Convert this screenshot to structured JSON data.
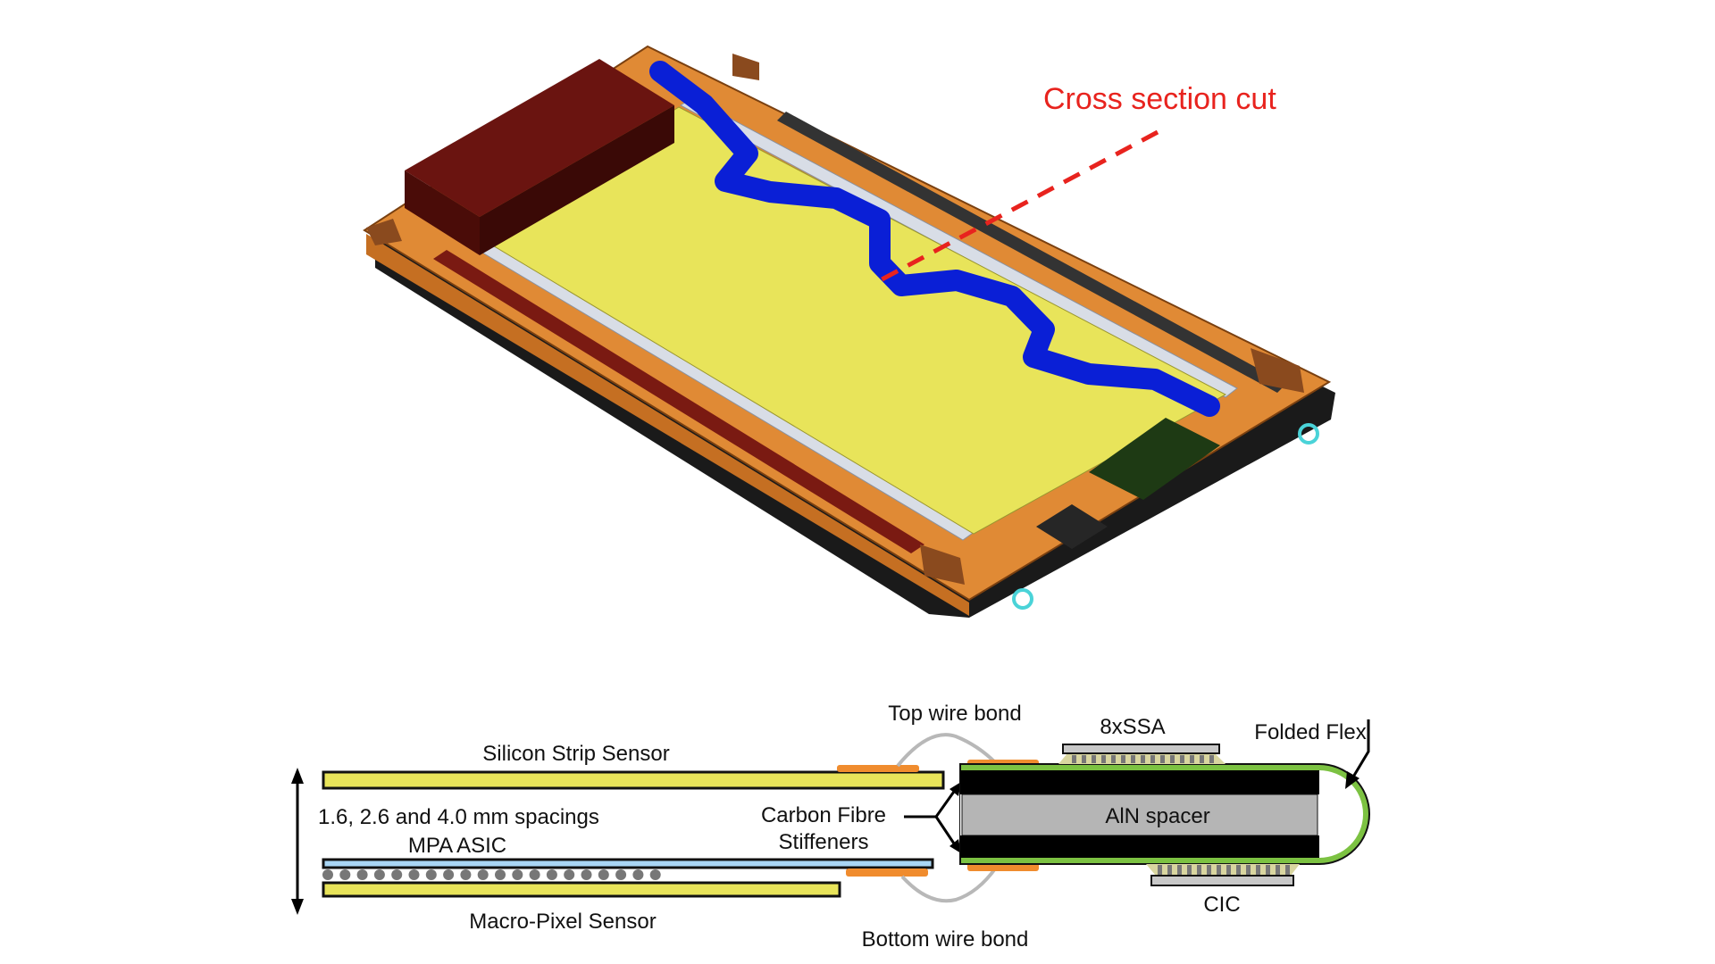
{
  "render": {
    "cut_label": "Cross section cut"
  },
  "cross_section": {
    "labels": {
      "silicon_strip_sensor": "Silicon Strip Sensor",
      "spacings": "1.6, 2.6 and 4.0 mm spacings",
      "mpa_asic": "MPA ASIC",
      "macro_pixel_sensor": "Macro-Pixel Sensor",
      "top_wire_bond": "Top wire bond",
      "bottom_wire_bond": "Bottom wire bond",
      "carbon_fibre_1": "Carbon Fibre",
      "carbon_fibre_2": "Stiffeners",
      "ssa": "8xSSA",
      "cic": "CIC",
      "aln_spacer": "AlN spacer",
      "folded_flex": "Folded Flex"
    }
  },
  "colors": {
    "sensor_yellow": "#e8e45a",
    "flex_blue": "#0a1fd6",
    "frame_orange": "#e08a35",
    "hybrid_red": "#6a1410",
    "cut_red": "#e8231e",
    "flex_green": "#7cc242",
    "asic_blue": "#a9d6f5",
    "pad_orange": "#f08c2e"
  }
}
